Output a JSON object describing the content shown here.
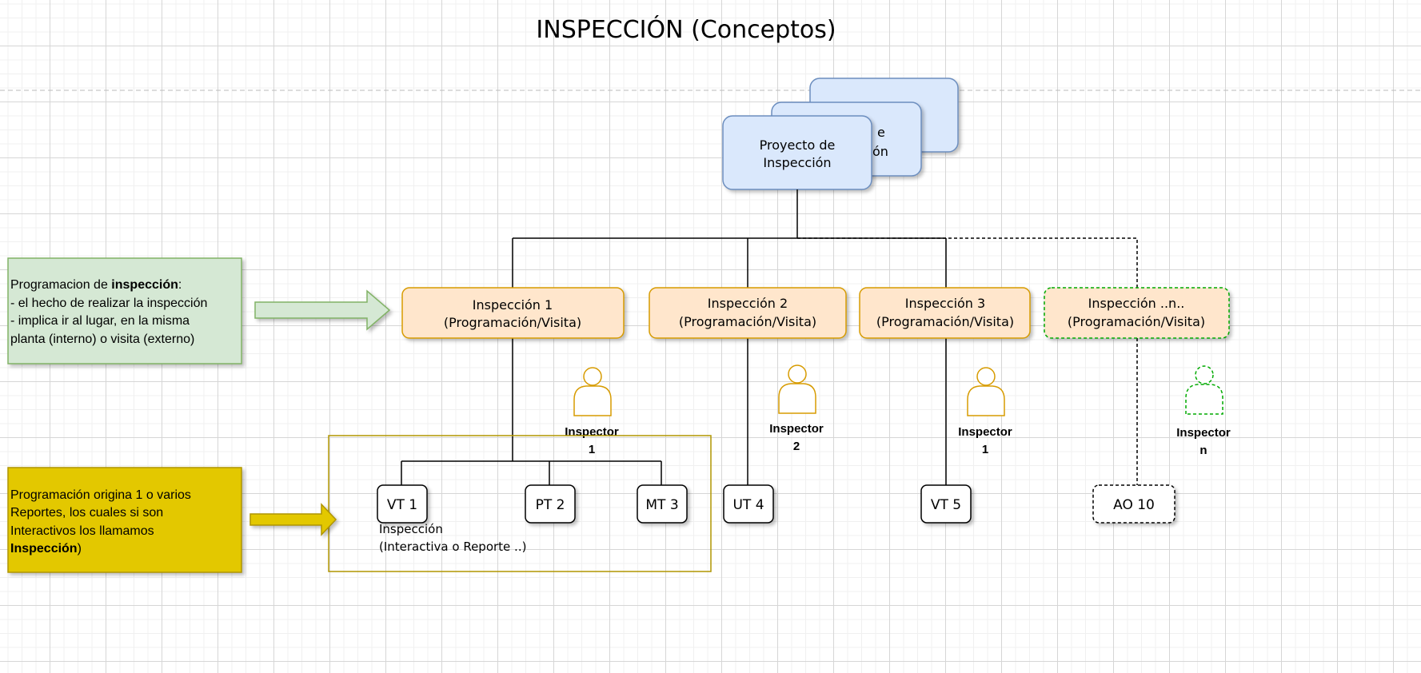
{
  "title": "INSPECCIÓN (Conceptos)",
  "project": {
    "front_line1": "Proyecto de",
    "front_line2": "Inspección",
    "middle_fragment1": "e",
    "middle_fragment2": "ón"
  },
  "inspections": [
    {
      "line1": "Inspección 1",
      "line2": "(Programación/Visita)"
    },
    {
      "line1": "Inspección 2",
      "line2": "(Programación/Visita)"
    },
    {
      "line1": "Inspección 3",
      "line2": "(Programación/Visita)"
    },
    {
      "line1": "Inspección ..n..",
      "line2": "(Programación/Visita)"
    }
  ],
  "inspectors": [
    {
      "line1": "Inspector",
      "line2": "1"
    },
    {
      "line1": "Inspector",
      "line2": "2"
    },
    {
      "line1": "Inspector",
      "line2": "1"
    },
    {
      "line1": "Inspector",
      "line2": "n"
    }
  ],
  "reports": [
    "VT 1",
    "PT 2",
    "MT 3",
    "UT 4",
    "VT 5",
    "AO 10"
  ],
  "report_group_label": {
    "line1": "Inspección",
    "line2": "(Interactiva o Reporte ..)"
  },
  "green_note": {
    "line1_prefix": "Programacion de ",
    "line1_bold": "inspección",
    "line1_suffix": ":",
    "line2": "- el hecho de realizar la inspección",
    "line3": "- implica ir al lugar, en la misma",
    "line4": "planta (interno) o visita (externo)"
  },
  "yellow_note": {
    "line1": "Programación origina 1 o varios",
    "line2": "Reportes, los cuales si son",
    "line3": "Interactivos los llamamos",
    "line4_bold": "Inspección",
    "line4_suffix": ")"
  },
  "colors": {
    "blue_fill": "#dae8fc",
    "blue_stroke": "#6c8ebf",
    "orange_fill": "#ffe6cc",
    "orange_stroke": "#d79b00",
    "green_fill": "#d5e8d4",
    "green_stroke": "#82b366",
    "yellow_fill": "#e3c800",
    "yellow_stroke": "#b09500",
    "dashed_green": "#00aa00"
  }
}
